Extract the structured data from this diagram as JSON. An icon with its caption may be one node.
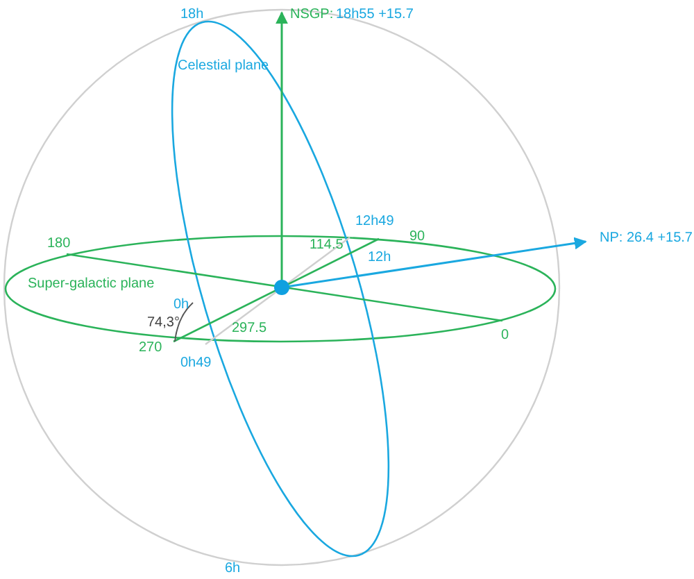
{
  "diagram": {
    "labels": [
      "18h",
      "NSGP:",
      "18h55 +15.7",
      "Celestial plane",
      "12h49",
      "90",
      "NP: 26.4 +15.7",
      "180",
      "114.5",
      "12h",
      "Super-galactic plane",
      "0h",
      "74,3°",
      "0",
      "270",
      "297.5",
      "0h49",
      "6h"
    ]
  }
}
